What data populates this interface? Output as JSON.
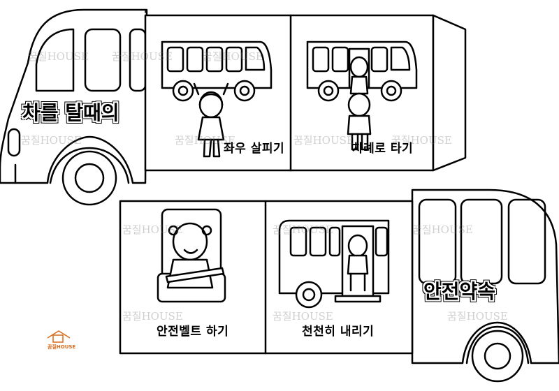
{
  "titles": {
    "left_bus": "차를 탈때의",
    "right_bus": "안전약속"
  },
  "panels": [
    {
      "id": "look",
      "caption": "좌우 살피기"
    },
    {
      "id": "line",
      "caption": "차례로 타기"
    },
    {
      "id": "belt",
      "caption": "안전벨트 하기"
    },
    {
      "id": "slow",
      "caption": "천천히 내리기"
    }
  ],
  "watermark": "꿈질HOUSE",
  "logo": {
    "text": "꿈질HOUSE",
    "color": "#d96a1a"
  }
}
